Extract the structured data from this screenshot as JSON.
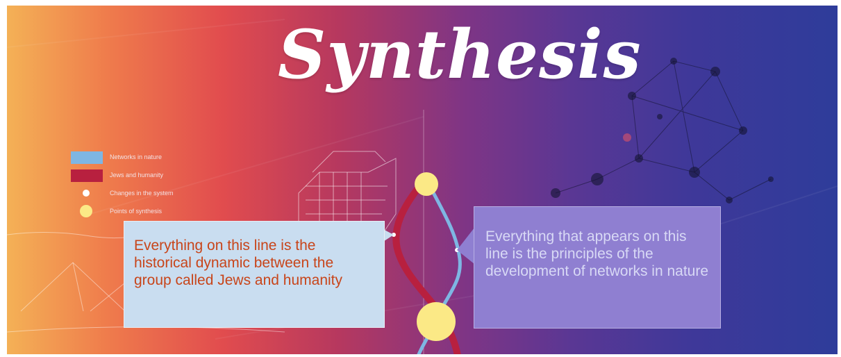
{
  "title": "Synthesis",
  "legend": {
    "items": [
      {
        "label": "Networks in nature",
        "color": "#7eb6e3"
      },
      {
        "label": "Jews and humanity",
        "color": "#b8203f"
      },
      {
        "label": "Changes in the system",
        "color": "#ffffff"
      },
      {
        "label": "Points of synthesis",
        "color": "#fbe986"
      }
    ]
  },
  "callouts": {
    "left": "Everything on this line is the historical dynamic between the group called Jews and humanity",
    "right": "Everything that appears on this line is the principles of the development of networks in nature"
  }
}
